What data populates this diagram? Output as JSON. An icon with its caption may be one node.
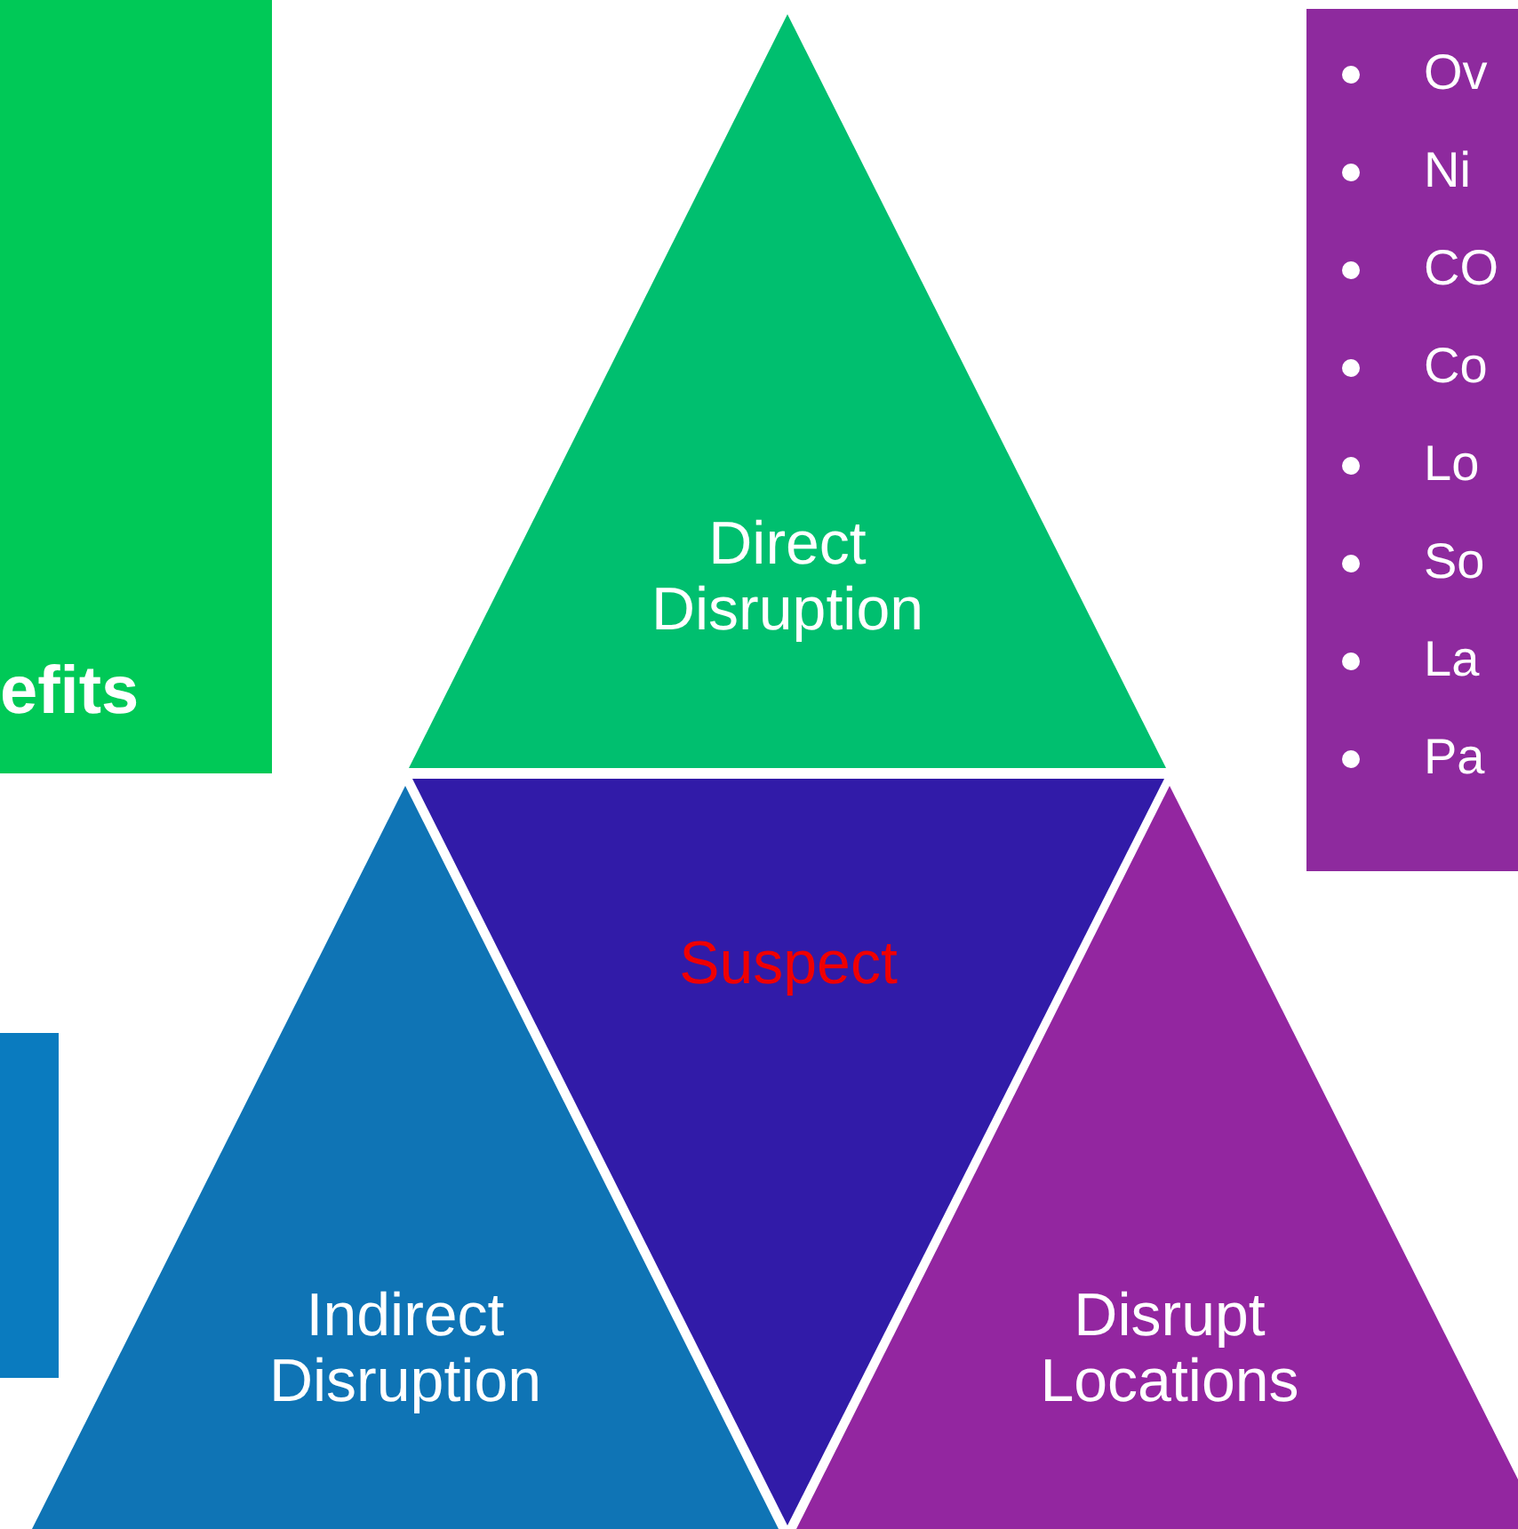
{
  "diagram": {
    "nodes": [
      {
        "text": [
          "efits"
        ]
      },
      {
        "text": [],
        "shape": "box"
      },
      {
        "text": [
          "Ov",
          "Ni",
          "CO",
          "Co",
          "Lo",
          "So",
          "La",
          "Pa"
        ]
      },
      {
        "text": [
          "Direct Disruption"
        ]
      },
      {
        "text": [
          "Suspect"
        ]
      },
      {
        "text": [
          "Indirect Disruption"
        ]
      },
      {
        "text": [
          "Disrupt Locations"
        ]
      }
    ]
  }
}
